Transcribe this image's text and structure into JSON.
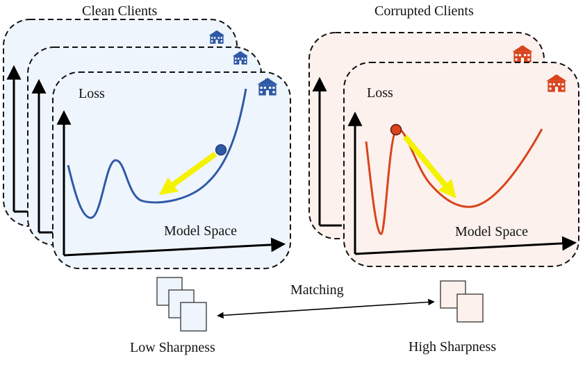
{
  "clean_group": {
    "title": "Clean Clients",
    "loss_label": "Loss",
    "space_label": "Model Space",
    "icon": "school-building-icon",
    "color": "#2f59a6",
    "fill": "#eef5fc",
    "stack_count": 3
  },
  "corrupted_group": {
    "title": "Corrupted Clients",
    "loss_label": "Loss",
    "space_label": "Model Space",
    "icon": "school-building-icon",
    "color": "#d9441c",
    "fill": "#fcf1ec",
    "stack_count": 2
  },
  "arrow_color": "#f5f200",
  "bottom": {
    "left_label": "Low Sharpness",
    "right_label": "High Sharpness",
    "link_label": "Matching"
  }
}
